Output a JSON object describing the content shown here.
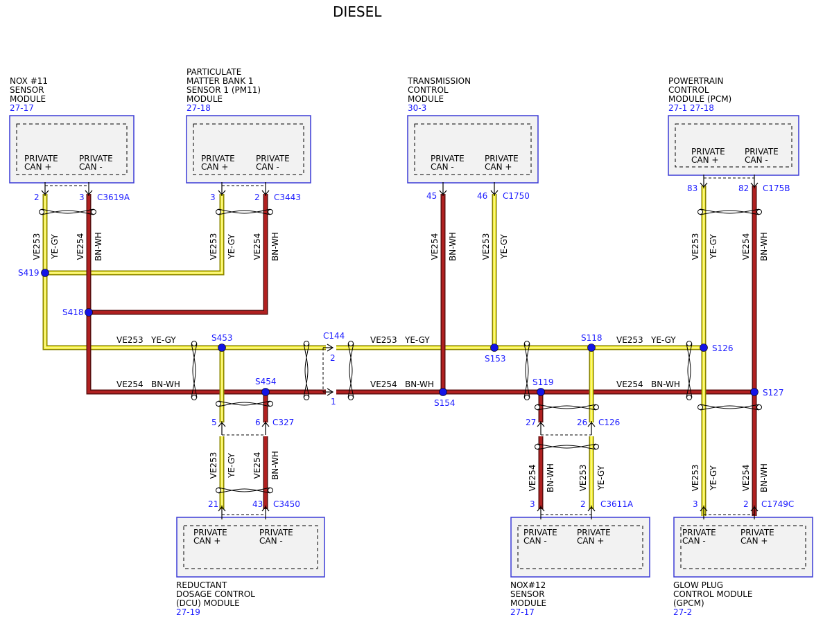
{
  "title": "DIESEL",
  "colors": {
    "module_border": "#3b3bd6",
    "module_fill": "#f2f2f2",
    "label_blue": "#1a1aff",
    "splice_blue": "#1414e6",
    "wire_yellow": "#f4ef33",
    "wire_yellow_edge": "#8a8400",
    "wire_red": "#b02020",
    "wire_red_edge": "#5a0f0f"
  },
  "wires": {
    "can_plus": {
      "circuit": "VE253",
      "color": "YE-GY"
    },
    "can_minus": {
      "circuit": "VE254",
      "color": "BN-WH"
    }
  },
  "modules": {
    "nox11": {
      "name": [
        "NOX #11",
        "SENSOR",
        "MODULE"
      ],
      "ref": "27-17",
      "pin_a_label": [
        "PRIVATE",
        "CAN +"
      ],
      "pin_b_label": [
        "PRIVATE",
        "CAN -"
      ],
      "connector": "C3619A",
      "pin_a": "2",
      "pin_b": "3"
    },
    "pm11": {
      "name": [
        "PARTICULATE",
        "MATTER BANK 1",
        "SENSOR 1 (PM11)",
        "MODULE"
      ],
      "ref": "27-18",
      "pin_a_label": [
        "PRIVATE",
        "CAN +"
      ],
      "pin_b_label": [
        "PRIVATE",
        "CAN -"
      ],
      "connector": "C3443",
      "pin_a": "3",
      "pin_b": "2"
    },
    "tcm": {
      "name": [
        "TRANSMISSION",
        "CONTROL",
        "MODULE"
      ],
      "ref": "30-3",
      "pin_a_label": [
        "PRIVATE",
        "CAN -"
      ],
      "pin_b_label": [
        "PRIVATE",
        "CAN +"
      ],
      "connector": "C1750",
      "pin_a": "45",
      "pin_b": "46"
    },
    "pcm": {
      "name": [
        "POWERTRAIN",
        "CONTROL",
        "MODULE (PCM)"
      ],
      "ref": "27-1   27-18",
      "pin_a_label": [
        "PRIVATE",
        "CAN +"
      ],
      "pin_b_label": [
        "PRIVATE",
        "CAN -"
      ],
      "connector": "C175B",
      "pin_a": "83",
      "pin_b": "82"
    },
    "dcu": {
      "name": [
        "REDUCTANT",
        "DOSAGE CONTROL",
        "(DCU) MODULE"
      ],
      "ref": "27-19",
      "pin_a_label": [
        "PRIVATE",
        "CAN +"
      ],
      "pin_b_label": [
        "PRIVATE",
        "CAN -"
      ],
      "connector": "C3450",
      "pin_a": "21",
      "pin_b": "43"
    },
    "nox12": {
      "name": [
        "NOX#12",
        "SENSOR",
        "MODULE"
      ],
      "ref": "27-17",
      "pin_a_label": [
        "PRIVATE",
        "CAN -"
      ],
      "pin_b_label": [
        "PRIVATE",
        "CAN +"
      ],
      "connector": "C3611A",
      "pin_a": "3",
      "pin_b": "2"
    },
    "gpcm": {
      "name": [
        "GLOW PLUG",
        "CONTROL MODULE",
        "(GPCM)"
      ],
      "ref": "27-2",
      "pin_a_label": [
        "PRIVATE",
        "CAN -"
      ],
      "pin_b_label": [
        "PRIVATE",
        "CAN +"
      ],
      "connector": "C1749C",
      "pin_a": "3",
      "pin_b": "2"
    }
  },
  "connectors_inline": {
    "c327": {
      "name": "C327",
      "pin_a": "5",
      "pin_b": "6"
    },
    "c126": {
      "name": "C126",
      "pin_a": "27",
      "pin_b": "26"
    },
    "c144": {
      "name": "C144",
      "pin_a": "2",
      "pin_b": "1"
    }
  },
  "splices": [
    "S419",
    "S418",
    "S453",
    "S454",
    "S153",
    "S154",
    "S118",
    "S119",
    "S126",
    "S127"
  ]
}
